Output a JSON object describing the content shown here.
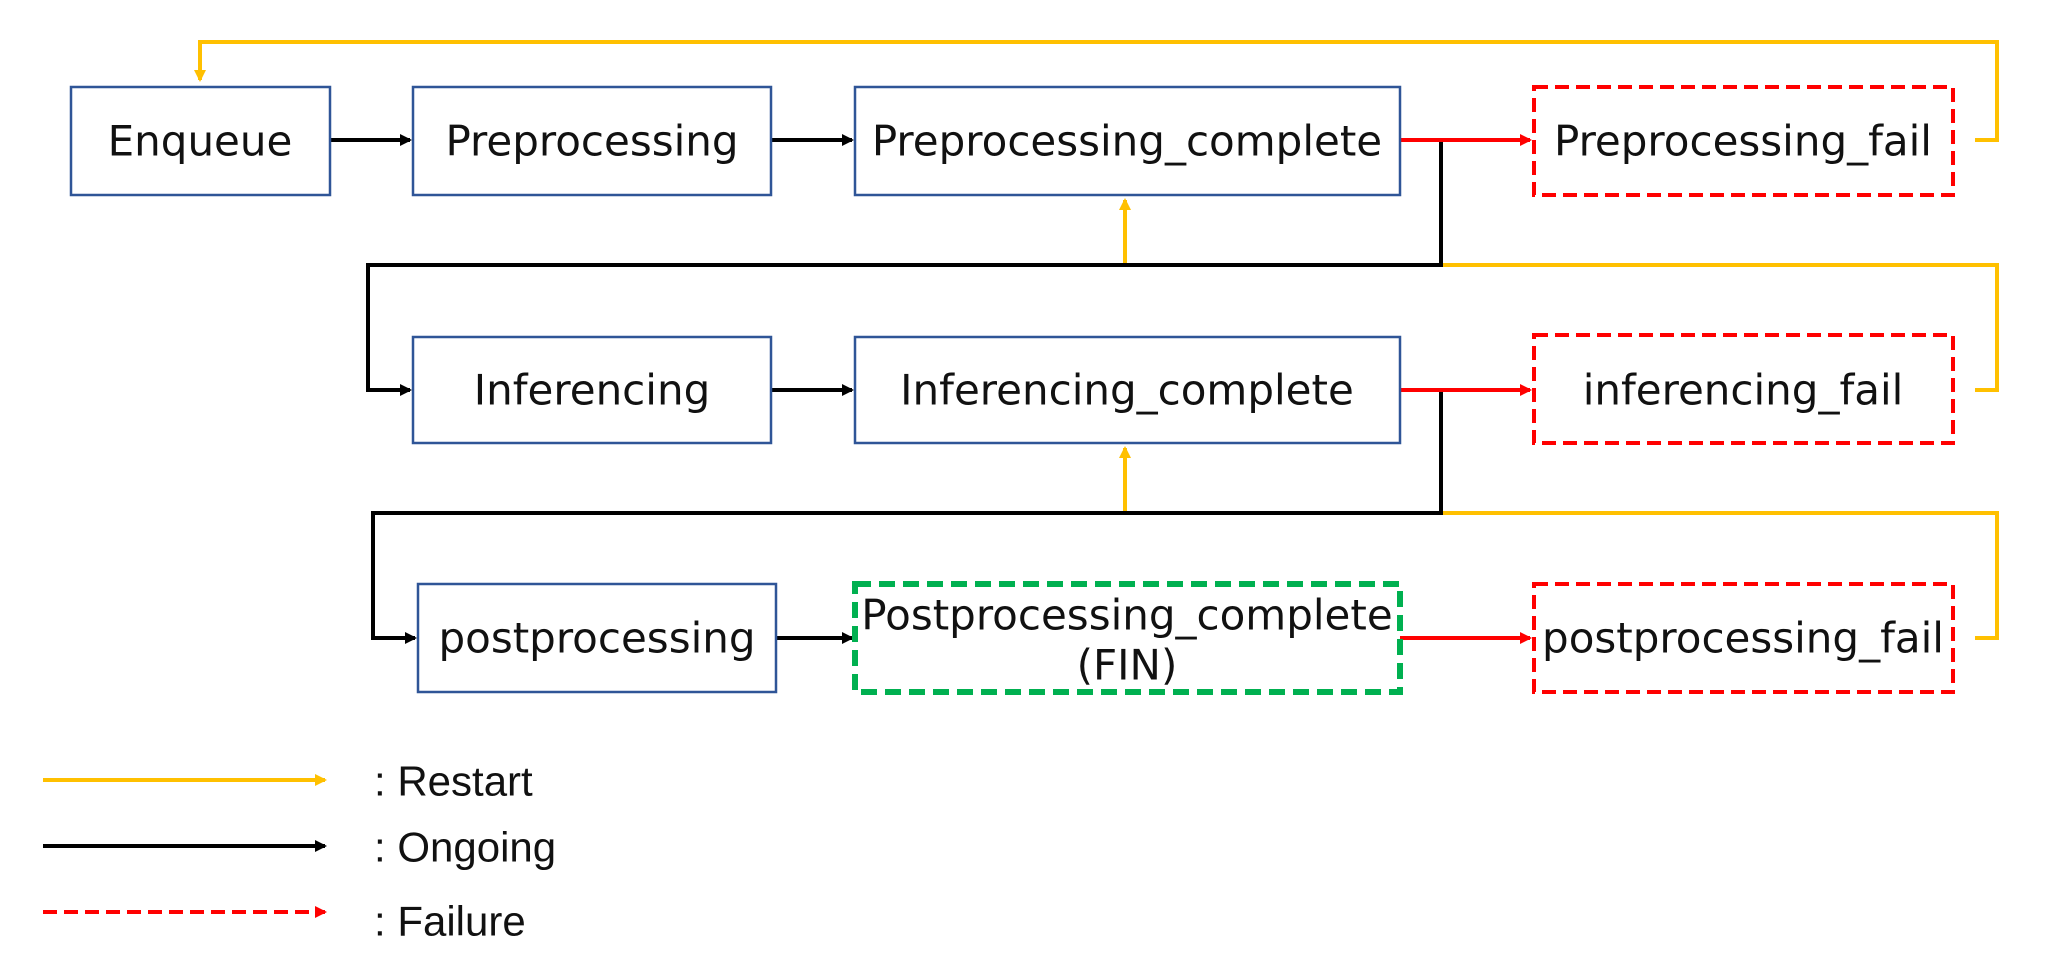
{
  "colors": {
    "ongoing": "#000000",
    "restart": "#FFC000",
    "failure": "#FF0000",
    "box_border": "#2F5597",
    "fail_box_border": "#FF0000",
    "fin_box_border": "#00B050"
  },
  "nodes": {
    "enqueue": "Enqueue",
    "preprocessing": "Preprocessing",
    "preprocessing_complete": "Preprocessing_complete",
    "preprocessing_fail": "Preprocessing_fail",
    "inferencing": "Inferencing",
    "inferencing_complete": "Inferencing_complete",
    "inferencing_fail": "inferencing_fail",
    "postprocessing": "postprocessing",
    "postprocessing_complete_line1": "Postprocessing_complete",
    "postprocessing_complete_line2": "(FIN)",
    "postprocessing_fail": "postprocessing_fail"
  },
  "legend": {
    "restart": ": Restart",
    "ongoing": ": Ongoing",
    "failure": ": Failure"
  }
}
